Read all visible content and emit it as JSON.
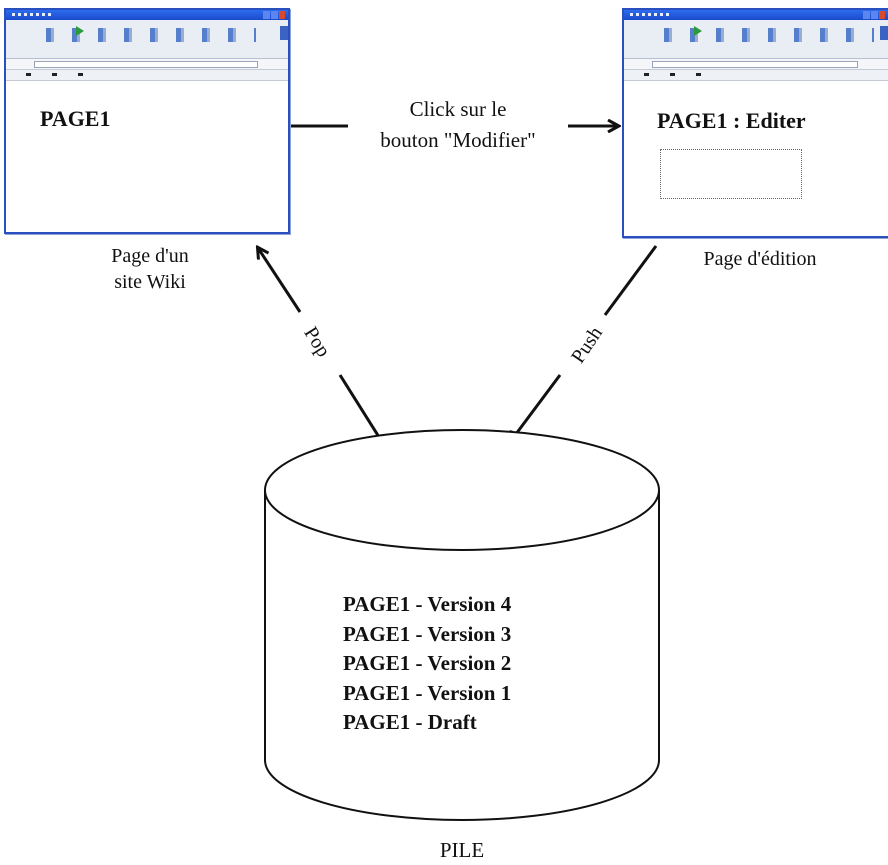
{
  "wiki_window": {
    "heading": "PAGE1"
  },
  "wiki_caption": [
    "Page d'un",
    "site Wiki"
  ],
  "edit_window": {
    "heading": "PAGE1 : Editer"
  },
  "edit_caption": "Page d'édition",
  "action_label": [
    "Click sur le",
    "bouton \"Modifier\""
  ],
  "pop_label": "Pop",
  "push_label": "Push",
  "stack": {
    "entries": [
      "PAGE1 - Version 4",
      "PAGE1 - Version 3",
      "PAGE1 - Version 2",
      "PAGE1 - Version 1",
      "PAGE1 - Draft"
    ],
    "caption": "PILE"
  }
}
